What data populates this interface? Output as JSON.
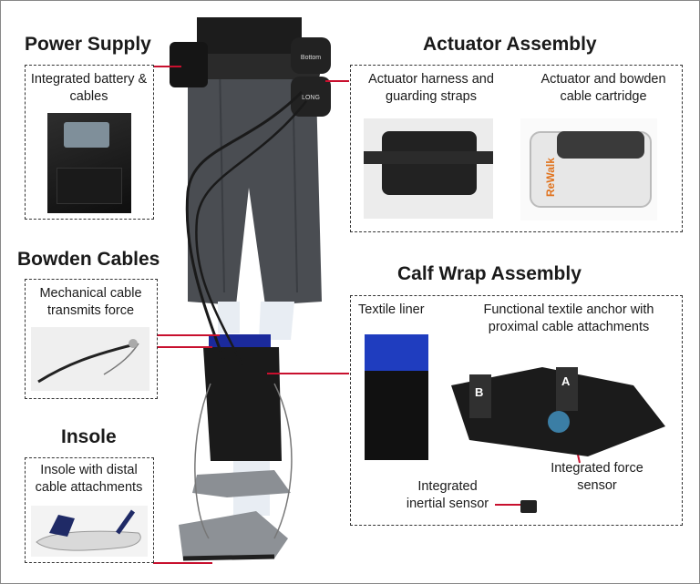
{
  "colors": {
    "accent": "#c8102e",
    "dashed_border": "#333333"
  },
  "power_supply": {
    "heading": "Power Supply",
    "caption": "Integrated battery & cables"
  },
  "actuator_assembly": {
    "heading": "Actuator Assembly",
    "harness_caption": "Actuator harness and guarding straps",
    "cartridge_caption": "Actuator and bowden cable cartridge",
    "brand": "ReWalk",
    "button_top": "Bottom",
    "button_bottom": "LONG"
  },
  "bowden_cables": {
    "heading": "Bowden Cables",
    "caption": "Mechanical cable transmits force"
  },
  "calf_wrap_assembly": {
    "heading": "Calf Wrap Assembly",
    "liner_caption": "Textile liner",
    "anchor_caption": "Functional textile anchor with proximal cable attachments",
    "force_sensor_label": "Integrated force sensor",
    "inertial_sensor_label": "Integrated inertial sensor",
    "tag_a": "A",
    "tag_b": "B"
  },
  "insole": {
    "heading": "Insole",
    "caption": "Insole with distal cable attachments"
  }
}
